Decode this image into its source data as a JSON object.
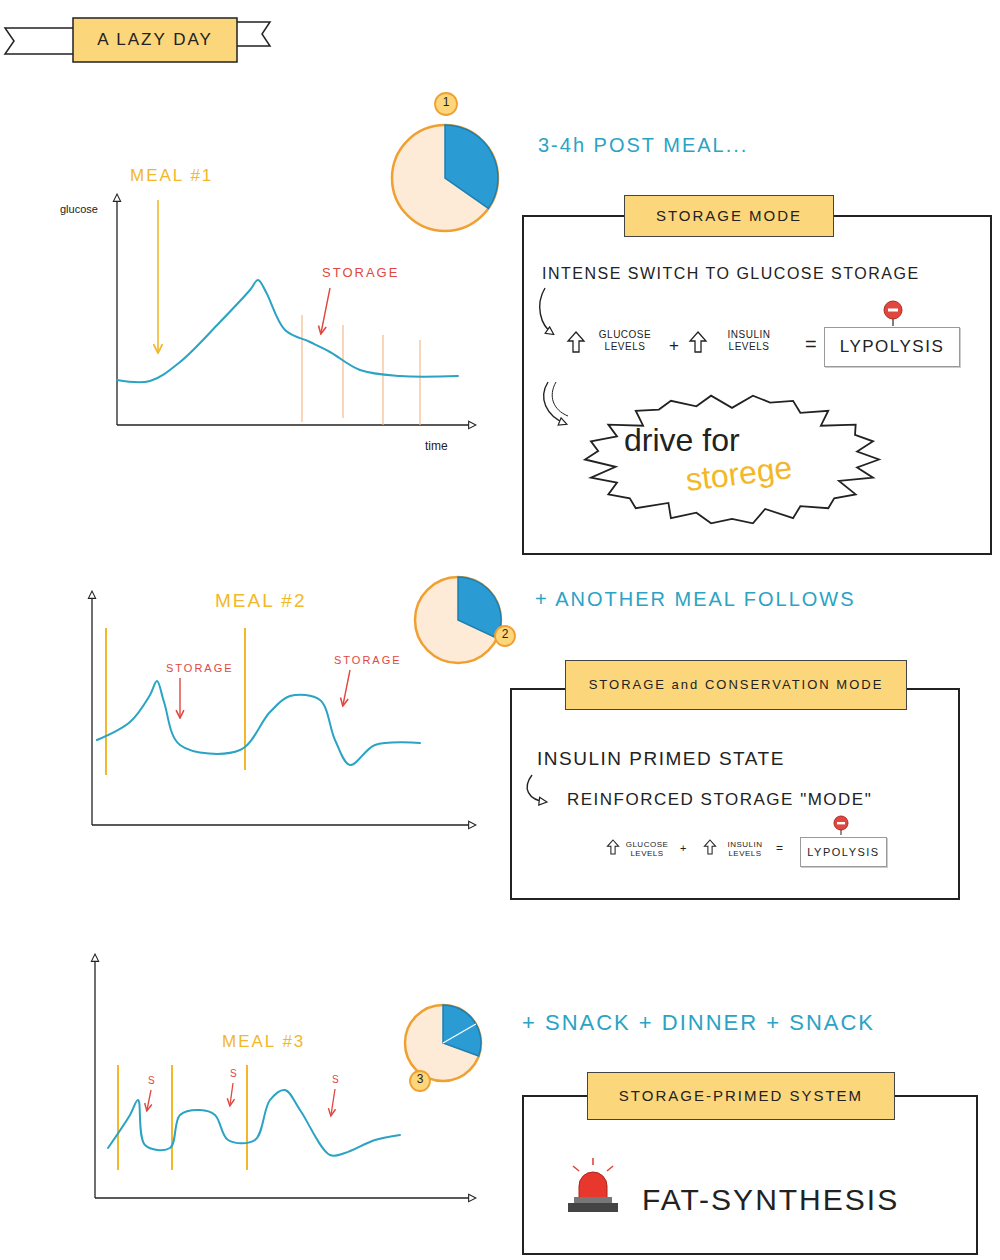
{
  "diagram": {
    "title": "A LAZY DAY",
    "nodes": [
      {
        "text": [
          "STORAGE MODE",
          "INTENSE SWITCH TO GLUCOSE STORAGE",
          "GLUCOSE LEVELS",
          "+",
          "INSULIN LEVELS",
          "="
        ]
      },
      {
        "text": [
          "LYPOLYSIS"
        ],
        "in": 0
      },
      {
        "text": [
          "drive for",
          "storege"
        ],
        "in": 0
      },
      {
        "text": [
          "STORAGE and CONSERVATION MODE",
          "INSULIN PRIMED STATE",
          "REINFORCED STORAGE \"MODE\"",
          "GLUCOSE LEVELS",
          "+",
          "INSULIN LEVELS",
          "="
        ]
      },
      {
        "text": [
          "LYPOLYSIS"
        ],
        "in": 3
      },
      {
        "text": [
          "STORAGE-PRIMED SYSTEM",
          "FAT-SYNTHESIS"
        ]
      }
    ],
    "labels": [
      "MEAL #1",
      "glucose",
      "time",
      "STORAGE",
      "1",
      "3-4h POST MEAL...",
      "MEAL #2",
      "STORAGE",
      "STORAGE",
      "2",
      "+ ANOTHER MEAL FOLLOWS",
      "MEAL #3",
      "S",
      "S",
      "S",
      "3",
      "+ SNACK + DINNER + SNACK"
    ]
  }
}
